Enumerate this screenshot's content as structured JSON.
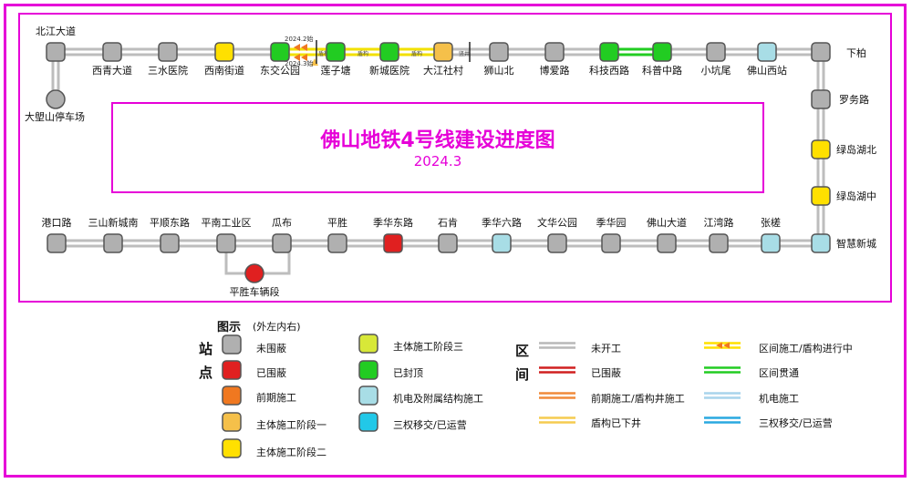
{
  "title": "佛山地铁4号线建设进度图",
  "date": "2024.3",
  "colors": {
    "frame": "#e600d8",
    "not_started": "#b0b0b0",
    "enclosed": "#e02020",
    "prelim": "#f07820",
    "phase1": "#f5c04a",
    "phase2": "#ffe000",
    "phase3": "#d8e838",
    "topped": "#22cc22",
    "mep": "#a8dde6",
    "operation": "#22c8e8"
  },
  "stations": [
    {
      "name": "北江大道",
      "status": "not_started"
    },
    {
      "name": "西青大道",
      "status": "not_started"
    },
    {
      "name": "三水医院",
      "status": "not_started"
    },
    {
      "name": "西南街道",
      "status": "phase2"
    },
    {
      "name": "东交公园",
      "status": "topped"
    },
    {
      "name": "莲子塘",
      "status": "topped"
    },
    {
      "name": "新城医院",
      "status": "topped"
    },
    {
      "name": "大江社村",
      "status": "phase1"
    },
    {
      "name": "狮山北",
      "status": "not_started"
    },
    {
      "name": "博爱路",
      "status": "not_started"
    },
    {
      "name": "科技西路",
      "status": "topped"
    },
    {
      "name": "科普中路",
      "status": "topped"
    },
    {
      "name": "小坑尾",
      "status": "not_started"
    },
    {
      "name": "佛山西站",
      "status": "mep"
    },
    {
      "name": "下柏",
      "status": "not_started"
    },
    {
      "name": "罗务路",
      "status": "not_started"
    },
    {
      "name": "绿岛湖北",
      "status": "phase2"
    },
    {
      "name": "绿岛湖中",
      "status": "phase2"
    },
    {
      "name": "智慧新城",
      "status": "mep"
    },
    {
      "name": "张槎",
      "status": "mep"
    },
    {
      "name": "江湾路",
      "status": "not_started"
    },
    {
      "name": "佛山大道",
      "status": "not_started"
    },
    {
      "name": "季华园",
      "status": "not_started"
    },
    {
      "name": "文华公园",
      "status": "not_started"
    },
    {
      "name": "季华六路",
      "status": "mep"
    },
    {
      "name": "石肯",
      "status": "not_started"
    },
    {
      "name": "季华东路",
      "status": "enclosed"
    },
    {
      "name": "平胜",
      "status": "not_started"
    },
    {
      "name": "瓜布",
      "status": "not_started"
    },
    {
      "name": "平南工业区",
      "status": "not_started"
    },
    {
      "name": "平顺东路",
      "status": "not_started"
    },
    {
      "name": "三山新城南",
      "status": "not_started"
    },
    {
      "name": "港口路",
      "status": "not_started"
    }
  ],
  "depots": [
    {
      "name": "大塱山停车场",
      "status": "not_started"
    },
    {
      "name": "平胜车辆段",
      "status": "enclosed"
    }
  ],
  "annotations": {
    "tbm_date_1": "2024.2始",
    "tbm_date_2": "2024.3始",
    "tbm_tag": "盾构",
    "shaft_tag": "竖井"
  },
  "legend": {
    "heading": "图示",
    "heading_note": "(外左内右)",
    "station_label": [
      "站",
      "点"
    ],
    "section_label": [
      "区",
      "间"
    ],
    "station_items": [
      {
        "label": "未围蔽",
        "status": "not_started"
      },
      {
        "label": "已围蔽",
        "status": "enclosed"
      },
      {
        "label": "前期施工",
        "status": "prelim"
      },
      {
        "label": "主体施工阶段一",
        "status": "phase1"
      },
      {
        "label": "主体施工阶段二",
        "status": "phase2"
      },
      {
        "label": "主体施工阶段三",
        "status": "phase3"
      },
      {
        "label": "已封顶",
        "status": "topped"
      },
      {
        "label": "机电及附属结构施工",
        "status": "mep"
      },
      {
        "label": "三权移交/已运营",
        "status": "operation"
      }
    ],
    "section_items": [
      {
        "label": "未开工",
        "color": "#b8b8b8"
      },
      {
        "label": "已围蔽",
        "color": "#d02020"
      },
      {
        "label": "前期施工/盾构井施工",
        "color": "#f08a3a"
      },
      {
        "label": "盾构已下井",
        "color": "#f5cc50"
      },
      {
        "label": "区间施工/盾构进行中",
        "color": "#ffe000"
      },
      {
        "label": "区间贯通",
        "color": "#22cc22"
      },
      {
        "label": "机电施工",
        "color": "#a8d4ec"
      },
      {
        "label": "三权移交/已运营",
        "color": "#2aa8e0"
      }
    ]
  }
}
